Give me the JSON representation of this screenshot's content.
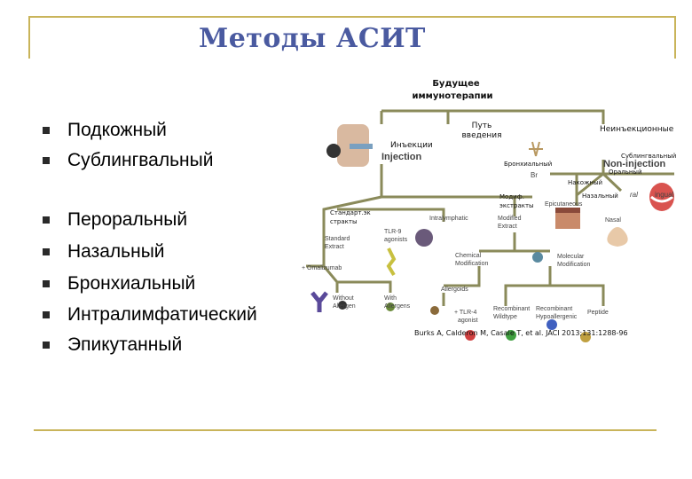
{
  "title": "Методы АСИТ",
  "bullets_primary": [
    "Подкожный",
    "Сублингвальный"
  ],
  "bullets_secondary": [
    "Пероральный",
    "Назальный",
    "Бронхиальный",
    "Интралимфатический",
    "Эпикутанный"
  ],
  "diagram": {
    "root_line1": "Будущее",
    "root_line2": "иммунотерапии",
    "route_line1": "Путь",
    "route_line2": "введения",
    "injection_ru": "Инъекции",
    "injection_en": "Injection",
    "noninjection_ru": "Неинъекционные",
    "noninjection_en": "Non-injection",
    "bronchial_ru": "Бронхиальный",
    "bronchial_en": "Br",
    "sublingual_ru": "Сублингвальный",
    "sublingual_en": "ingual",
    "oral_ru": "Оральный",
    "epicutaneous_ru": "Накожный",
    "nasal_ru": "Назальный",
    "nasal_en": "Nasal",
    "oral_en": "ral",
    "modif_ru_line1": "Модиф.",
    "modif_ru_line2": "экстракты",
    "epicutaneous_en": "Epicutaneous",
    "standard_ru_line1": "Стандарт.эк",
    "standard_ru_line2": "стракты",
    "standard_en_line1": "Standard",
    "standard_en_line2": "Extract",
    "intralymphatic_en": "Intralymphatic",
    "modified_en_line1": "Modified",
    "modified_en_line2": "Extract",
    "tlr_en_line1": "TLR-9",
    "tlr_en_line2": "agonists",
    "omalizumab_en": "+ Omalizumab",
    "chemical_en_line1": "Chemical",
    "chemical_en_line2": "Modification",
    "molecular_en_line1": "Molecular",
    "molecular_en_line2": "Modification",
    "allergoids_en": "Allergoids",
    "without_en_line1": "Without",
    "without_en_line2": "Allergen",
    "with_en_line1": "With",
    "with_en_line2": "Allergens",
    "tlr4_en_line1": "+ TLR-4",
    "tlr4_en_line2": "agonist",
    "recomb_wild_line1": "Recombinant",
    "recomb_wild_line2": "Wildtype",
    "recomb_hypo_line1": "Recombinant",
    "recomb_hypo_line2": "Hypoallergenic",
    "peptide_en": "Peptide",
    "citation": "Burks A, Calderon M, Casale T, et al. JACI 2013;131:1288-96"
  },
  "colors": {
    "title": "#4a5aa0",
    "frame": "#c9b45a",
    "connector": "#8a8a5a"
  }
}
